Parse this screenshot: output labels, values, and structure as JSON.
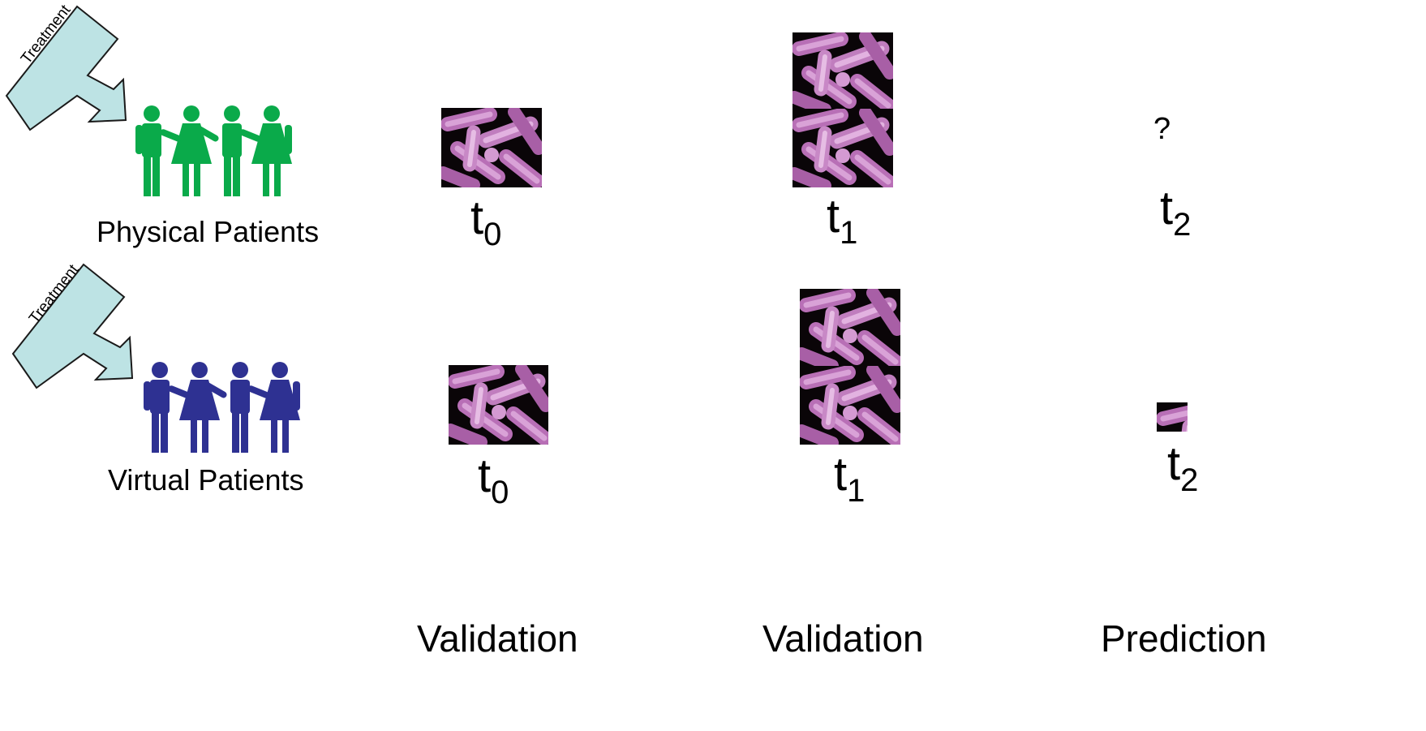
{
  "rows": [
    {
      "id": "physical",
      "group_label": "Physical Patients",
      "arrow_label": "Treatment",
      "people_color": "#0aaa4a",
      "t0": {
        "base": "t",
        "sub": "0"
      },
      "t1": {
        "base": "t",
        "sub": "1"
      },
      "t2": {
        "base": "t",
        "sub": "2"
      },
      "t2_marker": "?"
    },
    {
      "id": "virtual",
      "group_label": "Virtual Patients",
      "arrow_label": "Treatment",
      "people_color": "#2e3192",
      "t0": {
        "base": "t",
        "sub": "0"
      },
      "t1": {
        "base": "t",
        "sub": "1"
      },
      "t2": {
        "base": "t",
        "sub": "2"
      }
    }
  ],
  "columns": [
    {
      "label": "Validation"
    },
    {
      "label": "Validation"
    },
    {
      "label": "Prediction"
    }
  ],
  "colors": {
    "arrow_fill": "#bde3e4",
    "bacteria": "#c982c8",
    "bacteria_background": "#0a0508"
  }
}
